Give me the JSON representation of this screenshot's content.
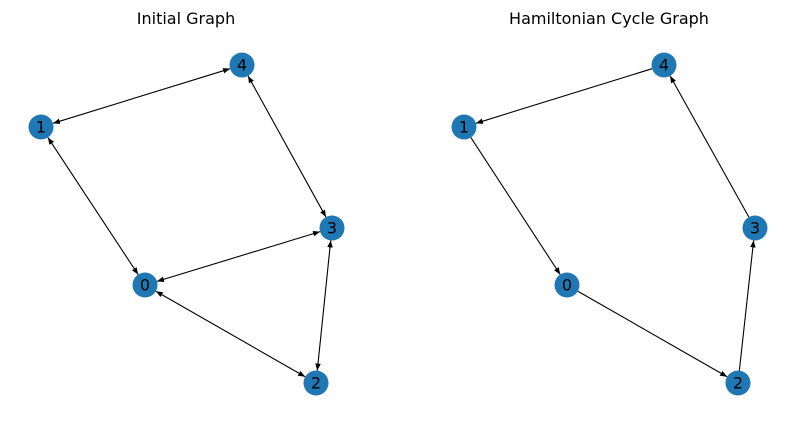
{
  "colors": {
    "node_fill": "#1f77b4",
    "edge": "#000000",
    "background": "#ffffff",
    "label": "#000000"
  },
  "graphs": [
    {
      "title": "Initial Graph",
      "nodes": [
        "0",
        "1",
        "2",
        "3",
        "4"
      ],
      "edges": [
        {
          "from": "1",
          "to": "4",
          "directed": "both"
        },
        {
          "from": "1",
          "to": "0",
          "directed": "both"
        },
        {
          "from": "4",
          "to": "3",
          "directed": "both"
        },
        {
          "from": "0",
          "to": "3",
          "directed": "both"
        },
        {
          "from": "0",
          "to": "2",
          "directed": "both"
        },
        {
          "from": "3",
          "to": "2",
          "directed": "both"
        }
      ]
    },
    {
      "title": "Hamiltonian Cycle Graph",
      "nodes": [
        "0",
        "1",
        "2",
        "3",
        "4"
      ],
      "edges": [
        {
          "from": "4",
          "to": "1",
          "directed": "forward"
        },
        {
          "from": "1",
          "to": "0",
          "directed": "forward"
        },
        {
          "from": "0",
          "to": "2",
          "directed": "forward"
        },
        {
          "from": "2",
          "to": "3",
          "directed": "forward"
        },
        {
          "from": "3",
          "to": "4",
          "directed": "forward"
        }
      ]
    }
  ]
}
